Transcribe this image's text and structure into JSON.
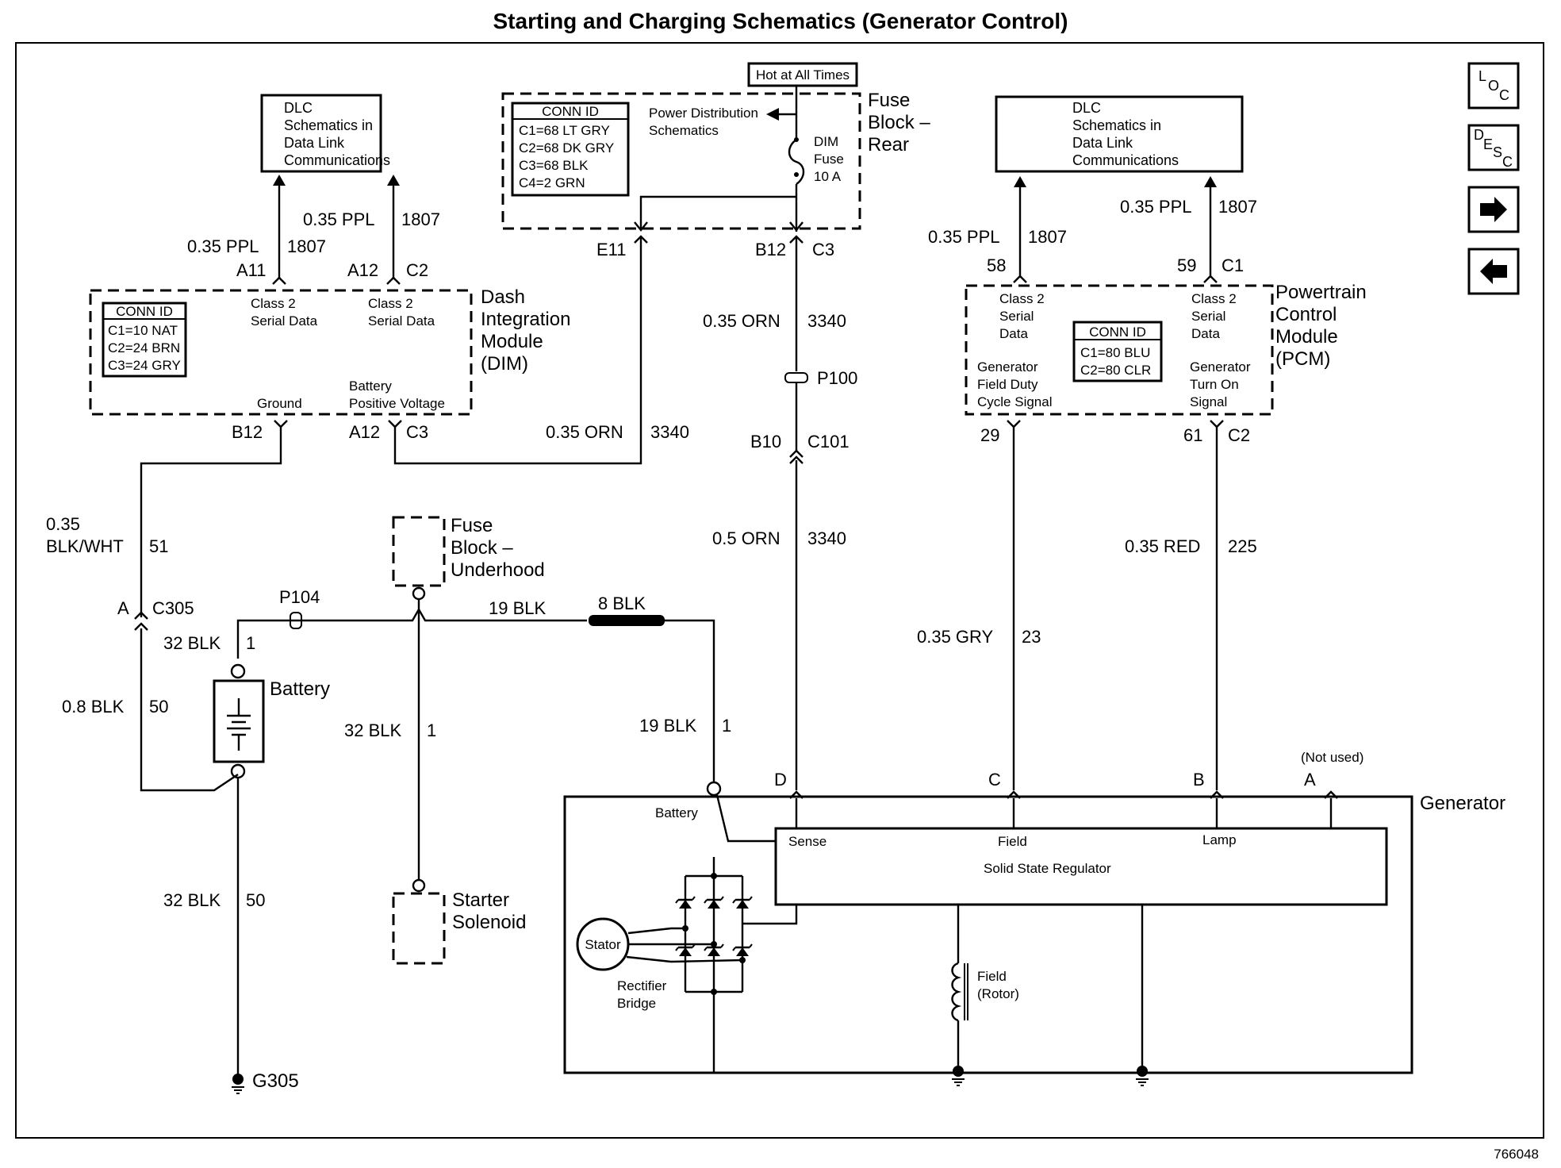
{
  "title": "Starting and Charging Schematics (Generator Control)",
  "figure_number": "766048",
  "nav": {
    "loc": [
      "L",
      "O",
      "C"
    ],
    "desc": [
      "D",
      "E",
      "S",
      "C"
    ]
  },
  "dlc_left": [
    "DLC",
    "Schematics in",
    "Data Link",
    "Communications"
  ],
  "dlc_right": [
    "DLC",
    "Schematics in",
    "Data Link",
    "Communications"
  ],
  "fuse_block_rear": {
    "label": [
      "Fuse",
      "Block –",
      "Rear"
    ],
    "hot": "Hot at All Times",
    "conn_id_title": "CONN ID",
    "conn_ids": [
      "C1=68 LT GRY",
      "C2=68 DK GRY",
      "C3=68 BLK",
      "C4=2 GRN"
    ],
    "power_dist": [
      "Power Distribution",
      "Schematics"
    ],
    "fuse": [
      "DIM",
      "Fuse",
      "10 A"
    ],
    "pin_e11": "E11",
    "pin_b12": "B12",
    "pin_c3": "C3"
  },
  "dim": {
    "label": [
      "Dash",
      "Integration",
      "Module",
      "(DIM)"
    ],
    "conn_id_title": "CONN ID",
    "conn_ids": [
      "C1=10 NAT",
      "C2=24 BRN",
      "C3=24 GRY"
    ],
    "serial_data_1": [
      "Class 2",
      "Serial Data"
    ],
    "serial_data_2": [
      "Class 2",
      "Serial Data"
    ],
    "ground": "Ground",
    "battery": [
      "Battery",
      "Positive Voltage"
    ],
    "pin_a11": "A11",
    "pin_a12_top": "A12",
    "pin_c2": "C2",
    "pin_b12": "B12",
    "pin_a12_bottom": "A12",
    "pin_c3": "C3"
  },
  "pcm": {
    "label": [
      "Powertrain",
      "Control",
      "Module",
      "(PCM)"
    ],
    "conn_id_title": "CONN ID",
    "conn_ids": [
      "C1=80 BLU",
      "C2=80 CLR"
    ],
    "serial_left": [
      "Class 2",
      "Serial",
      "Data"
    ],
    "serial_right": [
      "Class 2",
      "Serial",
      "Data"
    ],
    "field_duty": [
      "Generator",
      "Field Duty",
      "Cycle Signal"
    ],
    "turn_on": [
      "Generator",
      "Turn On",
      "Signal"
    ],
    "pin_58": "58",
    "pin_59": "59",
    "pin_c1": "C1",
    "pin_29": "29",
    "pin_61": "61",
    "pin_c2": "C2"
  },
  "wires": {
    "ppl_left_1": "0.35 PPL",
    "ppl_left_1_ckt": "1807",
    "ppl_left_2": "0.35 PPL",
    "ppl_left_2_ckt": "1807",
    "ppl_right_1": "0.35 PPL",
    "ppl_right_1_ckt": "1807",
    "ppl_right_2": "0.35 PPL",
    "ppl_right_2_ckt": "1807",
    "orn_1": "0.35 ORN",
    "orn_1_ckt": "3340",
    "orn_2": "0.35 ORN",
    "orn_2_ckt": "3340",
    "orn_3": "0.5 ORN",
    "orn_3_ckt": "3340",
    "blkwht_1": "0.35",
    "blkwht_2": "BLK/WHT",
    "blkwht_ckt": "51",
    "blk32_a": "32 BLK",
    "blk32_a_ckt": "1",
    "blk08": "0.8 BLK",
    "blk08_ckt": "50",
    "blk32_b": "32 BLK",
    "blk32_b_ckt": "1",
    "blk32_c": "32 BLK",
    "blk32_c_ckt": "50",
    "blk19_a": "19 BLK",
    "blk8": "8 BLK",
    "blk19_b": "19 BLK",
    "blk19_b_ckt": "1",
    "red": "0.35 RED",
    "red_ckt": "225",
    "gry": "0.35 GRY",
    "gry_ckt": "23"
  },
  "connectors": {
    "p100": "P100",
    "b10": "B10",
    "c101": "C101",
    "a": "A",
    "c305": "C305",
    "p104": "P104",
    "g305": "G305"
  },
  "fuse_underhood": [
    "Fuse",
    "Block –",
    "Underhood"
  ],
  "battery_label": "Battery",
  "starter": [
    "Starter",
    "Solenoid"
  ],
  "generator": {
    "label": "Generator",
    "pin_d": "D",
    "pin_c": "C",
    "pin_b": "B",
    "pin_a": "A",
    "not_used": "(Not used)",
    "battery": "Battery",
    "sense": "Sense",
    "field": "Field",
    "lamp": "Lamp",
    "regulator": "Solid State Regulator",
    "stator": "Stator",
    "rectifier": [
      "Rectifier",
      "Bridge"
    ],
    "field_rotor": [
      "Field",
      "(Rotor)"
    ]
  }
}
